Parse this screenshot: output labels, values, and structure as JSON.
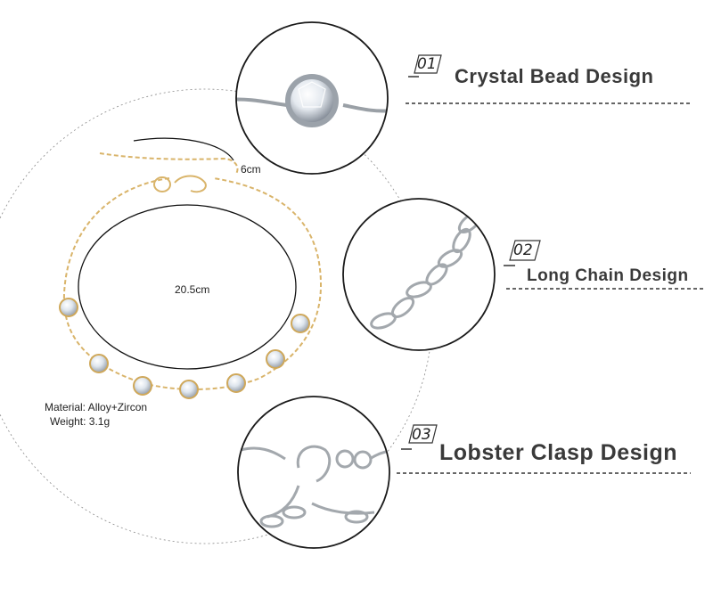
{
  "features": [
    {
      "number": "01",
      "title": "Crystal Bead Design"
    },
    {
      "number": "02",
      "title": "Long Chain Design"
    },
    {
      "number": "03",
      "title": "Lobster Clasp Design"
    }
  ],
  "dimensions": {
    "extension": "6cm",
    "length": "20.5cm"
  },
  "specs": {
    "material": "Material: Alloy+Zircon",
    "weight": "Weight: 3.1g"
  },
  "colors": {
    "gold_chain": "#d9b46a",
    "silver": "#c8c8c8",
    "text_dark": "#3a3a3a"
  }
}
